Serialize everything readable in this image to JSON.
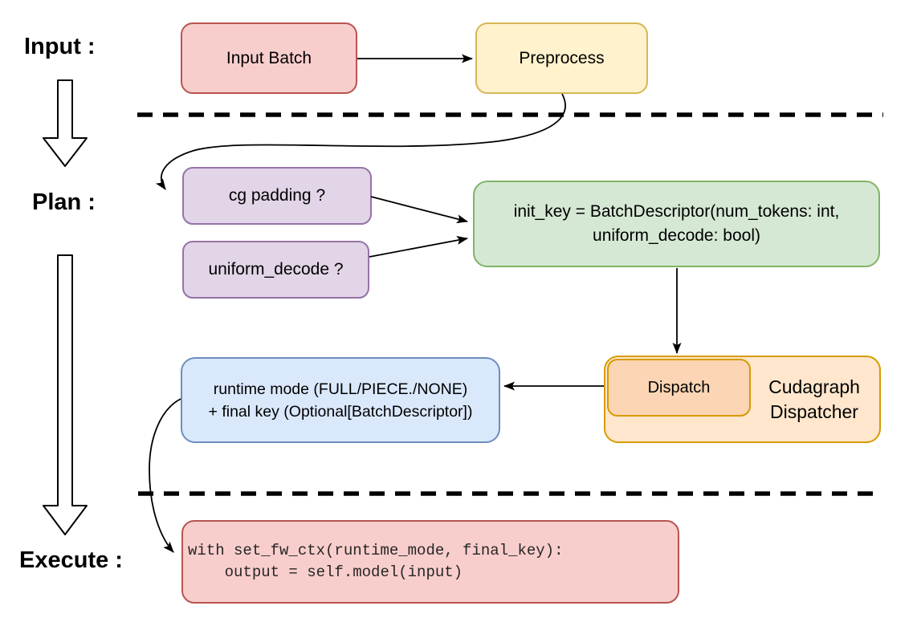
{
  "diagram": {
    "stage_labels": {
      "input": "Input :",
      "plan": "Plan :",
      "execute": "Execute :"
    },
    "nodes": {
      "input_batch": {
        "label": "Input Batch",
        "fill": "#f8cecc",
        "stroke": "#b85450"
      },
      "preprocess": {
        "label": "Preprocess",
        "fill": "#fff2cc",
        "stroke": "#d6b656"
      },
      "cg_padding": {
        "label": "cg padding ?",
        "fill": "#e1d5e7",
        "stroke": "#9673a6"
      },
      "uniform_decode": {
        "label": "uniform_decode ?",
        "fill": "#e1d5e7",
        "stroke": "#9673a6"
      },
      "init_key": {
        "line1": "init_key = BatchDescriptor(num_tokens: int,",
        "line2": "uniform_decode: bool)",
        "fill": "#d5e8d4",
        "stroke": "#82b366"
      },
      "dispatch": {
        "label": "Dispatch",
        "fill": "#fcd5b4",
        "stroke": "#d79b00"
      },
      "cudagraph_dispatcher": {
        "label": "Cudagraph Dispatcher",
        "fill": "#ffe6cc",
        "stroke": "#d79b00"
      },
      "runtime_mode": {
        "line1": "runtime mode (FULL/PIECE./NONE)",
        "line2": "+ final key (Optional[BatchDescriptor])",
        "fill": "#dae8fc",
        "stroke": "#6c8ebf"
      },
      "execute_code": {
        "line1": "with set_fw_ctx(runtime_mode, final_key):",
        "line2": "    output = self.model(input)",
        "fill": "#f8cecc",
        "stroke": "#b85450"
      }
    },
    "colors": {
      "connector": "#000000",
      "background": "#ffffff"
    }
  }
}
